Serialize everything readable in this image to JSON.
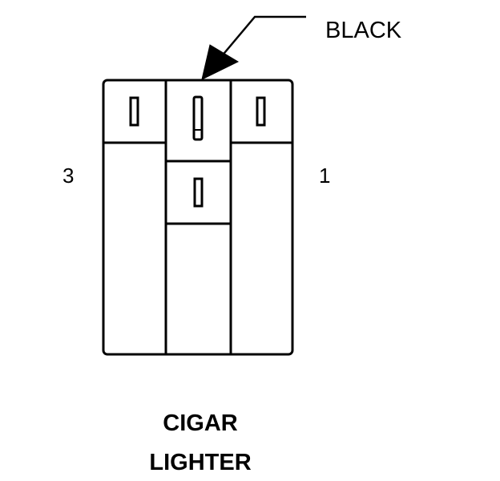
{
  "connector": {
    "wire_color_label": "BLACK",
    "pin_left_label": "3",
    "pin_right_label": "1",
    "title_line1": "CIGAR",
    "title_line2": "LIGHTER"
  },
  "colors": {
    "stroke": "#000000",
    "background": "#ffffff"
  }
}
